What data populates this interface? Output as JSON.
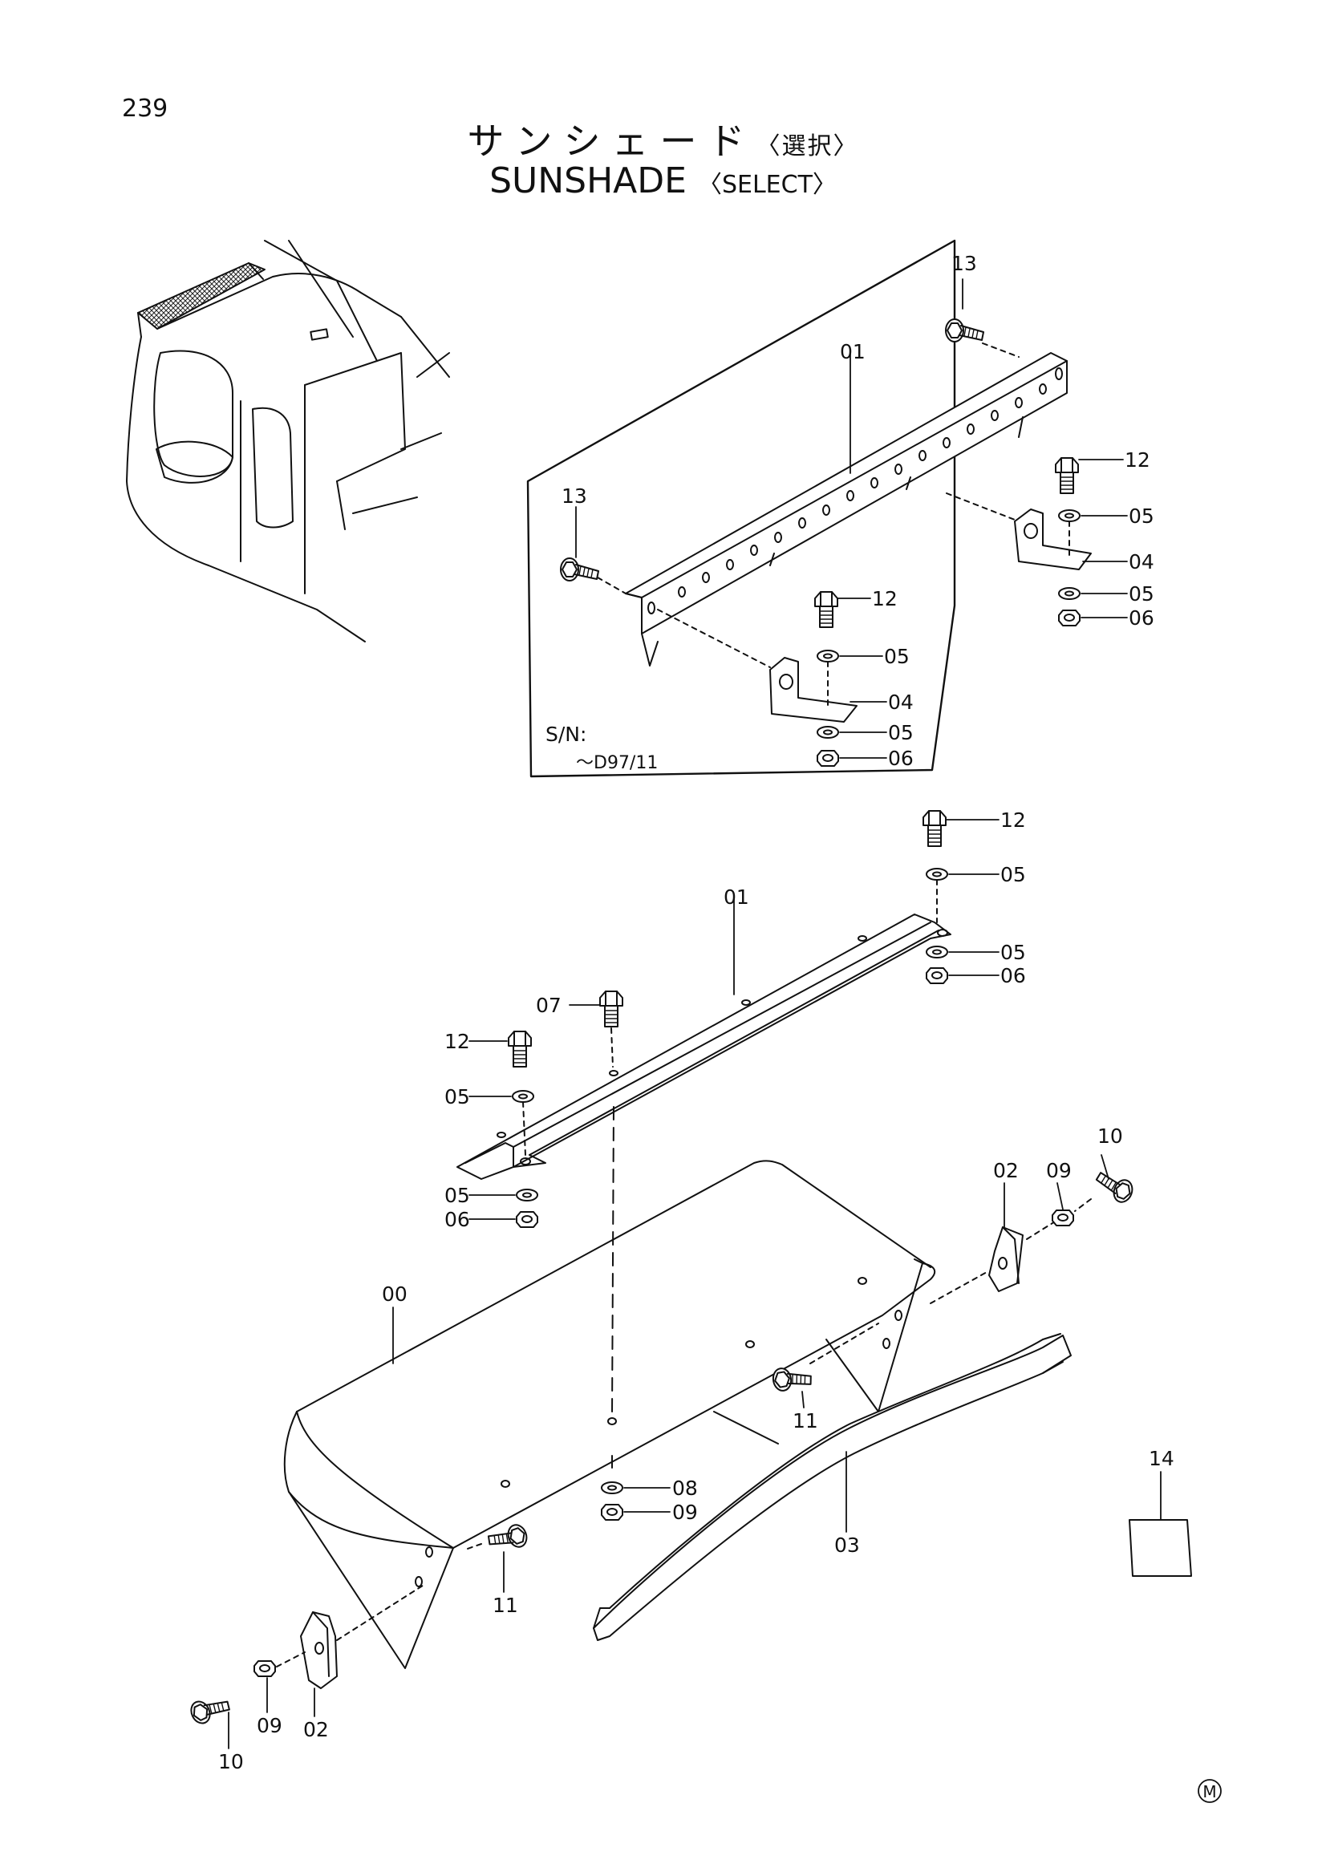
{
  "page_number": "239",
  "title_jp": "サンシェード",
  "title_jp_suffix": "〈選択〉",
  "title_en": "SUNSHADE",
  "title_en_suffix": "〈SELECT〉",
  "inset": {
    "serial_prefix": "S/N:",
    "serial_range": "～D97/11"
  },
  "maker_mark": "M",
  "callouts": {
    "inset_bolt_top": "13",
    "inset_rail": "01",
    "inset_bolt_r": "12",
    "inset_washer_r1": "05",
    "inset_bracket_r": "04",
    "inset_washer_r2": "05",
    "inset_nut_r": "06",
    "inset_bolt_left": "13",
    "inset_bolt_c": "12",
    "inset_washer_c1": "05",
    "inset_bracket_c": "04",
    "inset_washer_c2": "05",
    "inset_nut_c": "06",
    "main_bolt_tr": "12",
    "main_washer_tr1": "05",
    "main_rail": "01",
    "main_washer_tr2": "05",
    "main_nut_tr": "06",
    "main_bolt_07": "07",
    "main_bolt_l": "12",
    "main_washer_l1": "05",
    "main_washer_l2": "05",
    "main_nut_l": "06",
    "main_shade": "00",
    "main_bracket_r": "02",
    "main_nut_09r": "09",
    "main_bolt_10r": "10",
    "main_bolt_11r": "11",
    "main_washer_08": "08",
    "main_nut_09c": "09",
    "main_seal": "03",
    "main_bolt_11l": "11",
    "main_label": "14",
    "main_bolt_10l": "10",
    "main_nut_09l": "09",
    "main_bracket_l": "02"
  }
}
